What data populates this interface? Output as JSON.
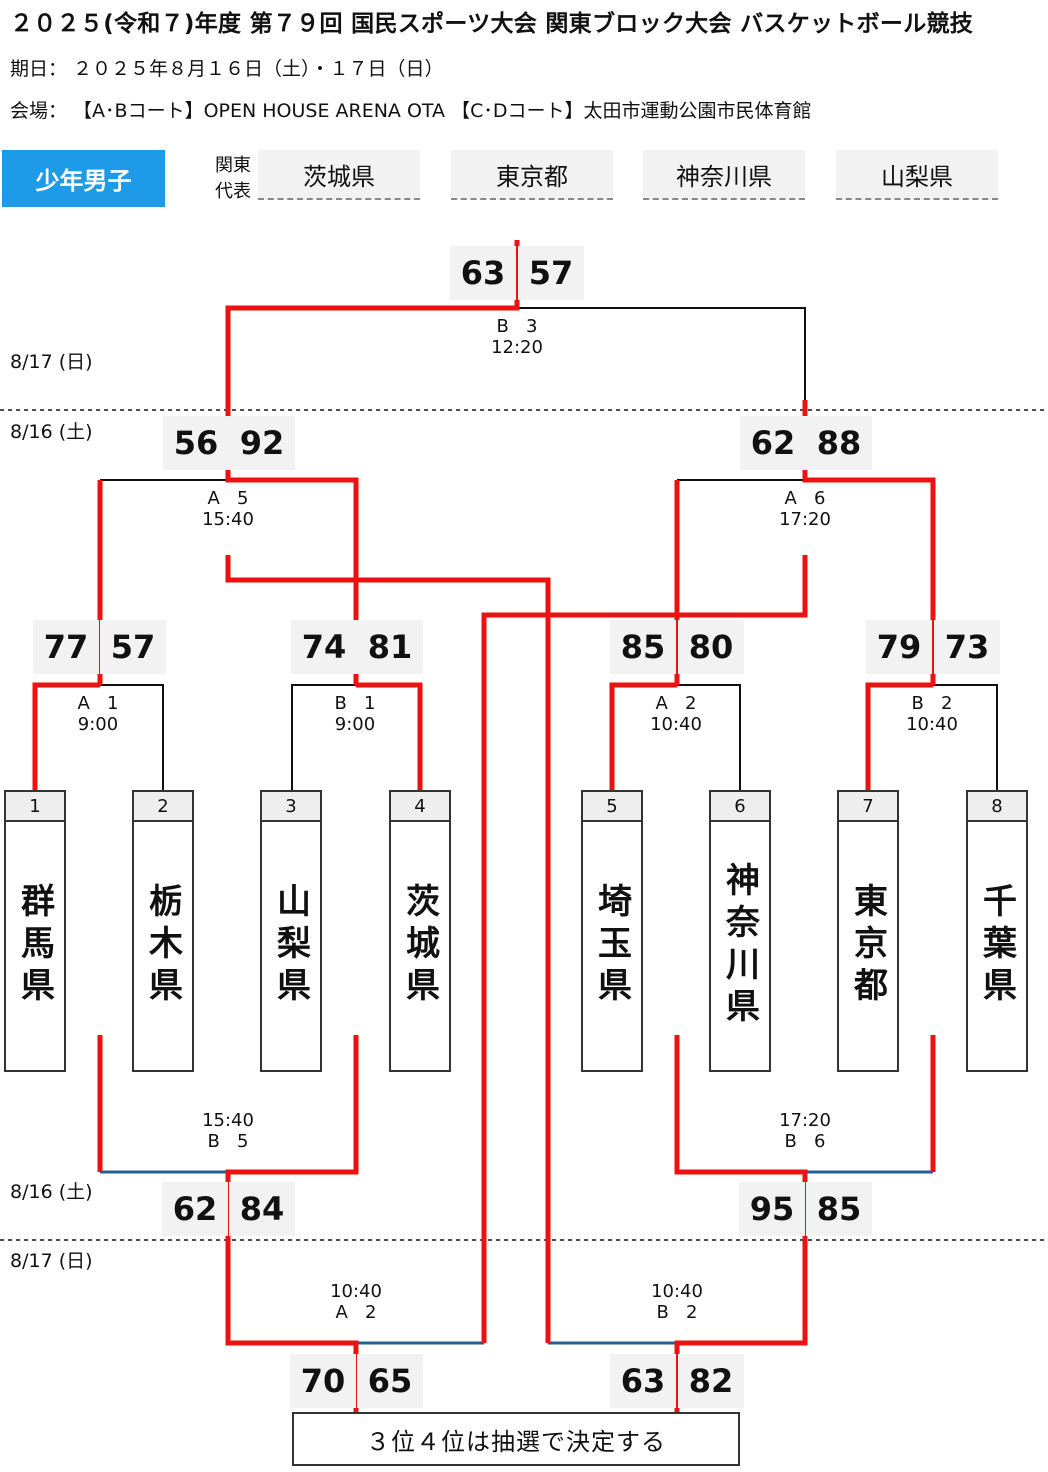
{
  "header": {
    "title": "２０２５(令和７)年度 第７９回 国民スポーツ大会 関東ブロック大会 バスケットボール競技",
    "period": "期日：  ２０２５年８月１６日（土）・１７日（日）",
    "venue": "会場：  【A･Bコート】OPEN HOUSE ARENA OTA          【C･Dコート】太田市運動公園市民体育館"
  },
  "category": "少年男子",
  "representatives": {
    "label": "関東 代表",
    "teams": [
      "茨城県",
      "東京都",
      "神奈川県",
      "山梨県"
    ]
  },
  "dates": {
    "day2": "8/17 (日)",
    "day1": "8/16 (土)"
  },
  "teams": [
    {
      "num": "1",
      "name": "群馬県"
    },
    {
      "num": "2",
      "name": "栃木県"
    },
    {
      "num": "3",
      "name": "山梨県"
    },
    {
      "num": "4",
      "name": "茨城県"
    },
    {
      "num": "5",
      "name": "埼玉県"
    },
    {
      "num": "6",
      "name": "神奈川県"
    },
    {
      "num": "7",
      "name": "東京都"
    },
    {
      "num": "8",
      "name": "千葉県"
    }
  ],
  "games": {
    "r1a": {
      "court": "A",
      "no": "1",
      "time": "9:00",
      "left": "77",
      "right": "57"
    },
    "r1b": {
      "court": "B",
      "no": "1",
      "time": "9:00",
      "left": "74",
      "right": "81"
    },
    "r1c": {
      "court": "A",
      "no": "2",
      "time": "10:40",
      "left": "85",
      "right": "80"
    },
    "r1d": {
      "court": "B",
      "no": "2",
      "time": "10:40",
      "left": "79",
      "right": "73"
    },
    "sfa": {
      "court": "A",
      "no": "5",
      "time": "15:40",
      "left": "56",
      "right": "92"
    },
    "sfb": {
      "court": "A",
      "no": "6",
      "time": "17:20",
      "left": "62",
      "right": "88"
    },
    "final": {
      "court": "B",
      "no": "3",
      "time": "12:20",
      "left": "63",
      "right": "57"
    },
    "lba": {
      "court": "B",
      "no": "5",
      "time": "15:40",
      "left": "62",
      "right": "84"
    },
    "lbb": {
      "court": "B",
      "no": "6",
      "time": "17:20",
      "left": "95",
      "right": "85"
    },
    "rpa": {
      "court": "A",
      "no": "2",
      "time": "10:40",
      "left": "70",
      "right": "65"
    },
    "rpb": {
      "court": "B",
      "no": "2",
      "time": "10:40",
      "left": "63",
      "right": "82"
    }
  },
  "footer_note": "３位４位は抽選で決定する",
  "colors": {
    "win": "#ee1111",
    "lose": "#111111",
    "blue": "#1f5f9a",
    "badge": "#1e9be8"
  }
}
